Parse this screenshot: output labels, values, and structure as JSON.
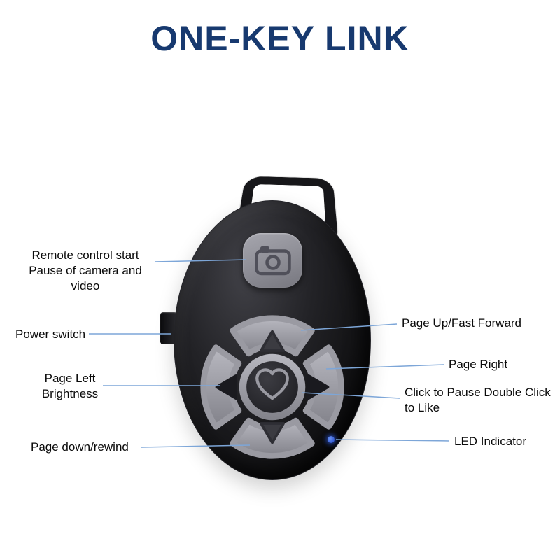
{
  "title": "ONE-KEY LINK",
  "colors": {
    "title_navy": "#17396f",
    "device_black": "#141416",
    "button_gray": "#9a9aa2",
    "led_blue": "#2b5be0",
    "callout_line_blue": "#7da6d8"
  },
  "device": {
    "name": "bluetooth remote control",
    "icons": {
      "camera": "camera-icon",
      "arrow_up": "arrow-up-icon",
      "arrow_down": "arrow-down-icon",
      "arrow_left": "arrow-left-icon",
      "arrow_right": "arrow-right-icon",
      "heart": "heart-icon",
      "led": "led-indicator-dot",
      "power": "power-switch-nub",
      "keyring": "keyring-loop"
    }
  },
  "annotations": [
    {
      "id": "camera",
      "label": "Remote control start\nPause of camera and video"
    },
    {
      "id": "power",
      "label": "Power switch"
    },
    {
      "id": "page_left",
      "label": "Page Left\nBrightness"
    },
    {
      "id": "page_down",
      "label": "Page down/rewind"
    },
    {
      "id": "page_up",
      "label": "Page Up/Fast Forward"
    },
    {
      "id": "page_right",
      "label": "Page Right"
    },
    {
      "id": "center_click",
      "label": "Click to Pause Double Click\nto Like"
    },
    {
      "id": "led",
      "label": "LED Indicator"
    }
  ]
}
